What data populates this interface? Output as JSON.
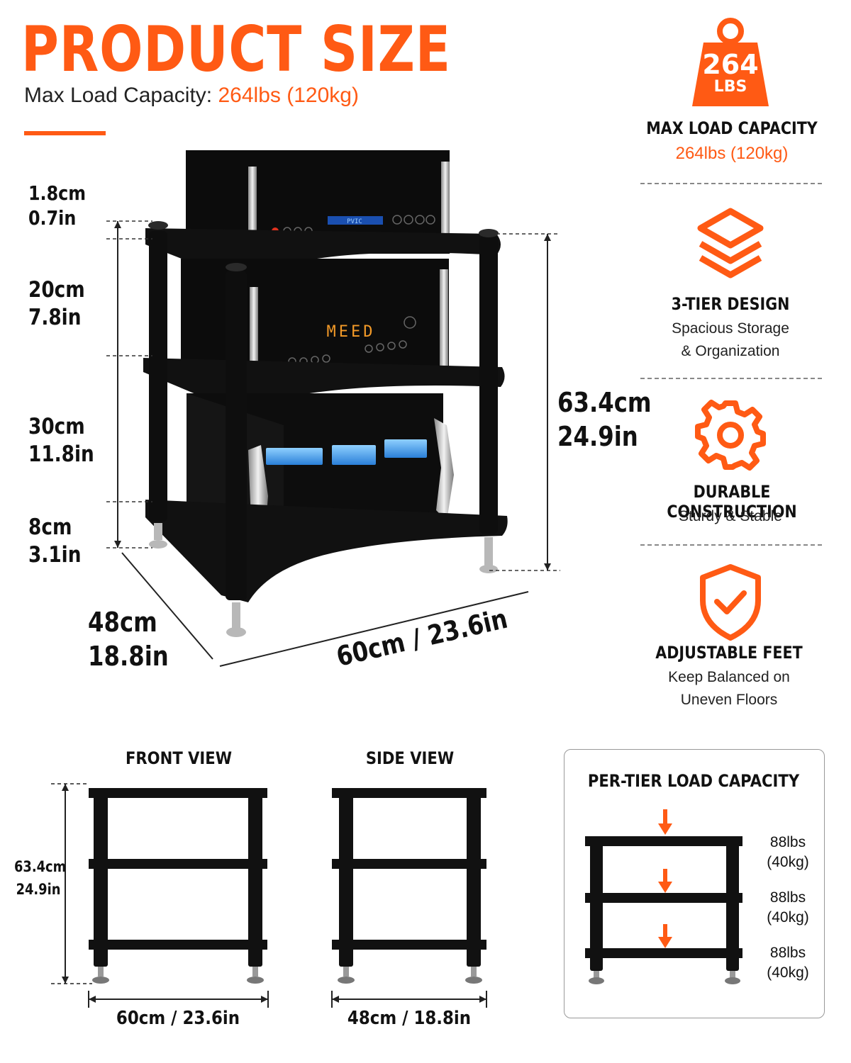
{
  "header": {
    "title": "PRODUCT SIZE",
    "subtitle_label": "Max Load Capacity:",
    "subtitle_value": "264lbs (120kg)"
  },
  "colors": {
    "accent": "#ff5a14",
    "rack": "#111111",
    "text": "#111111"
  },
  "dimensions": {
    "top_gap_cm": "1.8cm",
    "top_gap_in": "0.7in",
    "tier1_cm": "20cm",
    "tier1_in": "7.8in",
    "tier2_cm": "30cm",
    "tier2_in": "11.8in",
    "feet_cm": "8cm",
    "feet_in": "3.1in",
    "height_cm": "63.4cm",
    "height_in": "24.9in",
    "depth_cm": "48cm",
    "depth_in": "18.8in",
    "width": "60cm / 23.6in"
  },
  "device_displays": {
    "top": "PVIC",
    "middle": "MEED"
  },
  "features": [
    {
      "icon": "weight-icon",
      "badge_value": "264",
      "badge_unit": "LBS",
      "title": "MAX LOAD CAPACITY",
      "orange_sub": "264lbs (120kg)"
    },
    {
      "icon": "layers-icon",
      "title": "3-TIER DESIGN",
      "sub1": "Spacious Storage",
      "sub2": "& Organization"
    },
    {
      "icon": "gear-icon",
      "title": "DURABLE CONSTRUCTION",
      "sub1": "Sturdy & Stable"
    },
    {
      "icon": "shield-check-icon",
      "title": "ADJUSTABLE FEET",
      "sub1": "Keep Balanced on",
      "sub2": "Uneven Floors"
    }
  ],
  "views": {
    "front": {
      "title": "FRONT VIEW",
      "width": "60cm / 23.6in",
      "height_cm": "63.4cm",
      "height_in": "24.9in"
    },
    "side": {
      "title": "SIDE VIEW",
      "width": "48cm / 18.8in"
    }
  },
  "per_tier": {
    "title": "PER-TIER LOAD CAPACITY",
    "tiers": [
      {
        "lbs": "88lbs",
        "kg": "(40kg)"
      },
      {
        "lbs": "88lbs",
        "kg": "(40kg)"
      },
      {
        "lbs": "88lbs",
        "kg": "(40kg)"
      }
    ]
  }
}
